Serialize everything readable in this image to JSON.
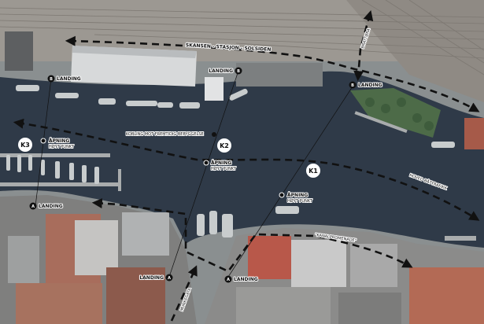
{
  "map": {
    "routes": {
      "skansen": "SKANSEN - STASJON - SOLSIDEN",
      "bratt": "BRATTØRA",
      "hoved": "HOVED BÅTTRAFIKK",
      "kanal": "\"KANALPROMENADE\"",
      "munke": "MUNKEGATA"
    },
    "kobling": "KOBLING MOT FREMTIDIG BEBYGGELSE",
    "bridges": [
      "K1",
      "K2",
      "K3"
    ],
    "landings": [
      {
        "letter": "B",
        "text": "LANDING"
      },
      {
        "letter": "B",
        "text": "LANDING"
      },
      {
        "letter": "B",
        "text": "LANDING"
      },
      {
        "letter": "A",
        "text": "LANDING"
      },
      {
        "letter": "A",
        "text": "LANDING"
      },
      {
        "letter": "A",
        "text": "LANDING"
      }
    ],
    "openings": [
      {
        "title": "ÅPNING",
        "sub": "HØYT PUNKT"
      },
      {
        "title": "ÅPNING",
        "sub": "HØYT PUNKT"
      },
      {
        "title": "ÅPNING",
        "sub": "HØYT PUNKT"
      }
    ],
    "colors": {
      "water": "#2f3a48",
      "land": "#8a8f90",
      "rail": "#9a9590",
      "pier": "#b8bcbc",
      "route": "#111111"
    }
  }
}
